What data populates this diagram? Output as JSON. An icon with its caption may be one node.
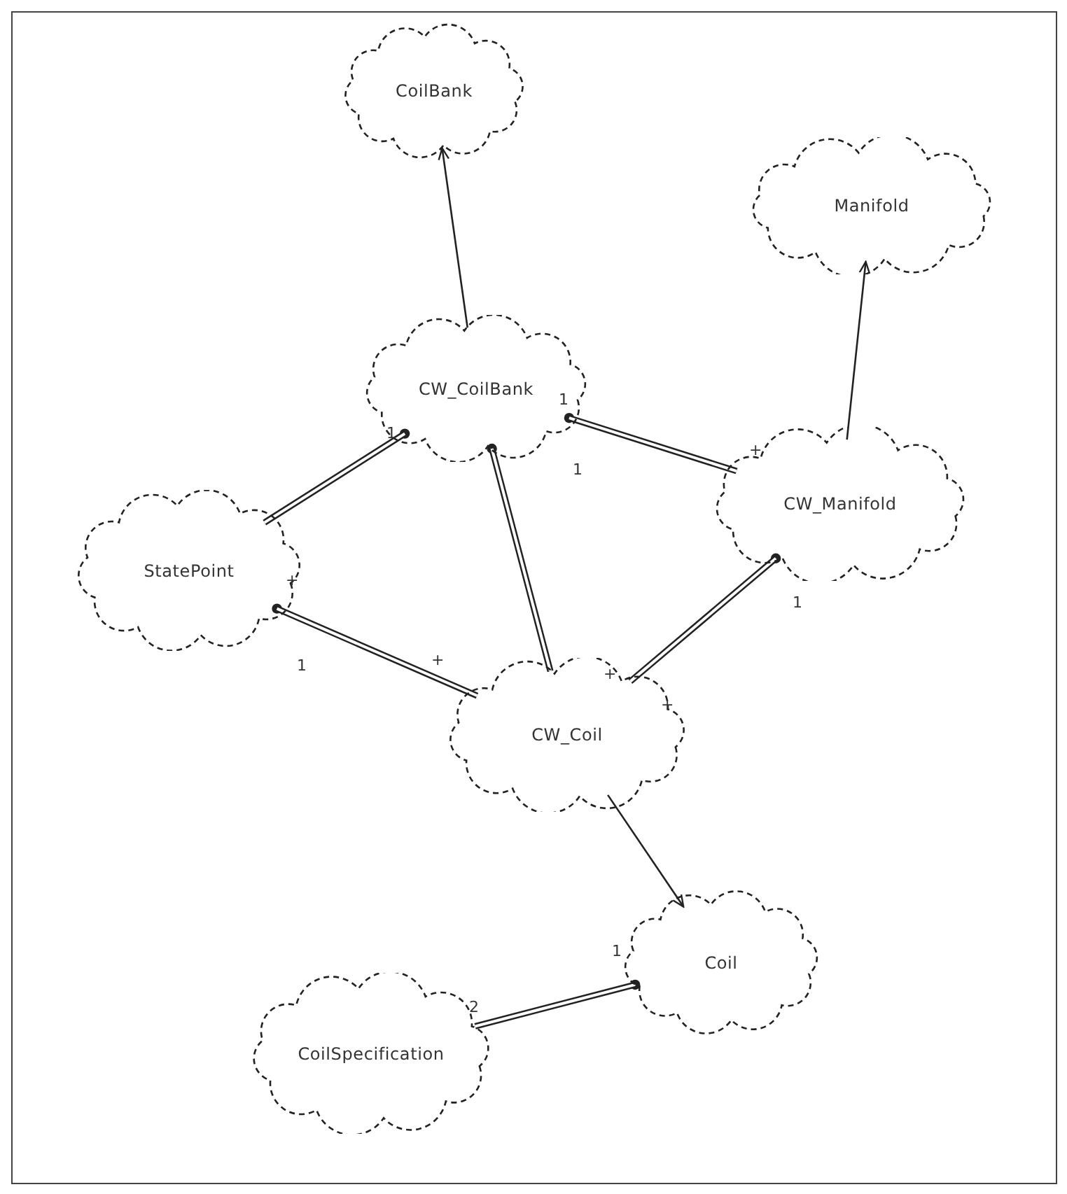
{
  "diagram": {
    "nodes": [
      {
        "text": [
          "CoilBank"
        ]
      },
      {
        "text": [
          "Manifold"
        ]
      },
      {
        "text": [
          "CW_CoilBank"
        ]
      },
      {
        "text": [
          "CW_Manifold"
        ]
      },
      {
        "text": [
          "StatePoint"
        ]
      },
      {
        "text": [
          "CW_Coil"
        ]
      },
      {
        "text": [
          "Coil"
        ]
      },
      {
        "text": [
          "CoilSpecification"
        ]
      }
    ],
    "edges": [
      {
        "from": 2,
        "to": 0,
        "arrow": "to"
      },
      {
        "from": 3,
        "to": 1,
        "arrow": "to"
      },
      {
        "from": 5,
        "to": 6,
        "arrow": "to"
      },
      {
        "from": 2,
        "to": 4,
        "arrow": "other"
      },
      {
        "from": 2,
        "to": 5,
        "arrow": "other"
      },
      {
        "from": 2,
        "to": 3,
        "arrow": "other"
      },
      {
        "from": 4,
        "to": 5,
        "arrow": "other"
      },
      {
        "from": 3,
        "to": 5,
        "arrow": "other"
      },
      {
        "from": 6,
        "to": 7,
        "arrow": "other"
      }
    ],
    "labels": [
      "1",
      "1",
      "1",
      "+",
      "1",
      "+",
      "1",
      "+",
      "+",
      "+",
      "1",
      "2"
    ]
  }
}
